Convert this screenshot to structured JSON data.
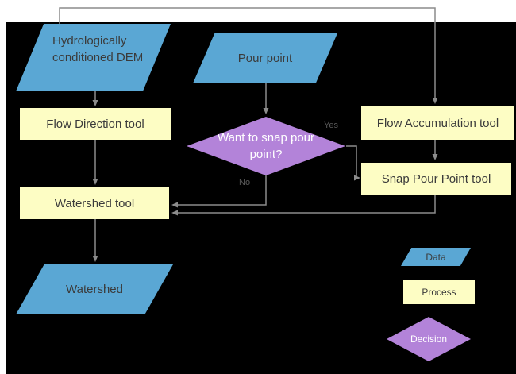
{
  "diagram": {
    "nodes": {
      "dem": "Hydrologically conditioned DEM",
      "pour_point": "Pour point",
      "flow_direction": "Flow Direction tool",
      "decision": "Want to snap pour point?",
      "flow_accumulation": "Flow Accumulation tool",
      "snap_pour_point": "Snap Pour Point tool",
      "watershed_tool": "Watershed tool",
      "watershed": "Watershed"
    },
    "edge_labels": {
      "yes": "Yes",
      "no": "No"
    },
    "legend": {
      "data": "Data",
      "process": "Process",
      "decision": "Decision"
    },
    "colors": {
      "data_fill": "#5aa7d4",
      "process_fill": "#fdfdc4",
      "decision_fill": "#b383d9",
      "connector": "#8c8c8c",
      "background": "#000000"
    }
  }
}
